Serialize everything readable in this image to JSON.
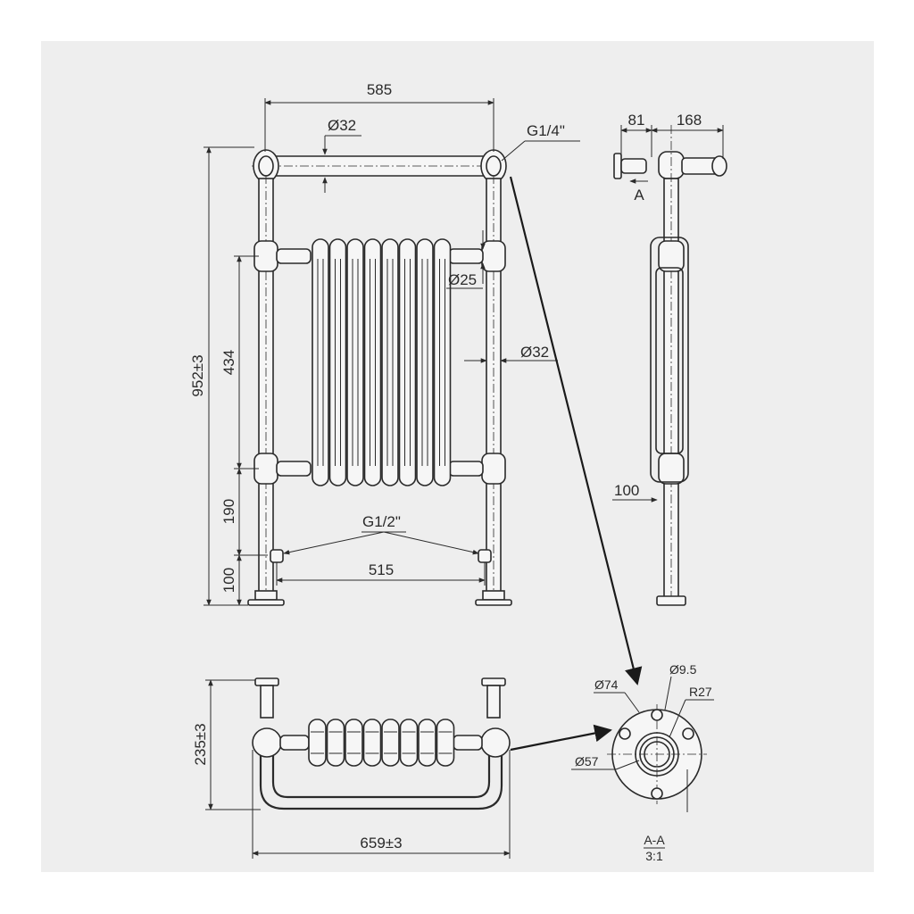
{
  "dimensions": {
    "top_width": "585",
    "tube_dia_top": "Ø32",
    "valve_thread_top": "G1/4\"",
    "overall_height": "952±3",
    "radiator_height": "434",
    "connector_dia": "Ø25",
    "tube_dia_side": "Ø32",
    "lower_gap": "190",
    "floor_gap": "100",
    "inlet_thread": "G1/2\"",
    "inlet_spacing": "515",
    "side_offset": "81",
    "side_depth": "168",
    "side_floor": "100",
    "plan_depth": "235±3",
    "plan_width": "659±3",
    "flange_outer": "Ø74",
    "flange_inner": "Ø57",
    "screw_hole": "Ø9.5",
    "flange_radius": "R27"
  },
  "labels": {
    "section_marker": "A",
    "section_title": "A-A",
    "section_scale": "3:1"
  }
}
